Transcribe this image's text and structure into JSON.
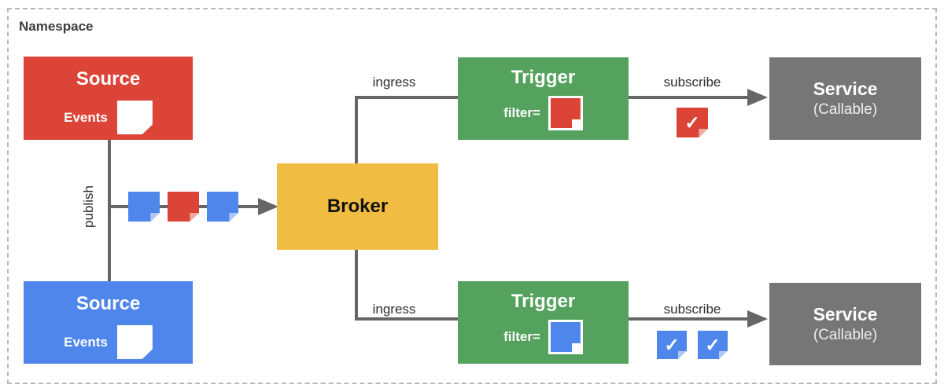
{
  "namespace_label": "Namespace",
  "colors": {
    "red": "#DB4437",
    "blue": "#4F86EC",
    "yellow": "#F0BC42",
    "green": "#54A25D",
    "gray": "#767676",
    "line": "#666666",
    "frame": "#B9B9B9",
    "label_text": "#2E2E2E"
  },
  "sources": [
    {
      "title": "Source",
      "events_label": "Events",
      "color": "red"
    },
    {
      "title": "Source",
      "events_label": "Events",
      "color": "blue"
    }
  ],
  "broker": {
    "title": "Broker"
  },
  "triggers": [
    {
      "title": "Trigger",
      "filter_label": "filter=",
      "filter_color": "red"
    },
    {
      "title": "Trigger",
      "filter_label": "filter=",
      "filter_color": "blue"
    }
  ],
  "services": [
    {
      "title": "Service",
      "subtitle": "(Callable)"
    },
    {
      "title": "Service",
      "subtitle": "(Callable)"
    }
  ],
  "edges": {
    "publish": "publish",
    "top_ingress": "ingress",
    "top_subscribe": "subscribe",
    "bottom_ingress": "ingress",
    "bottom_subscribe": "subscribe"
  },
  "event_squares": [
    {
      "color": "blue"
    },
    {
      "color": "red"
    },
    {
      "color": "blue"
    }
  ],
  "checks": {
    "glyph": "✓",
    "top": [
      {
        "color": "red"
      }
    ],
    "bottom": [
      {
        "color": "blue"
      },
      {
        "color": "blue"
      }
    ]
  }
}
